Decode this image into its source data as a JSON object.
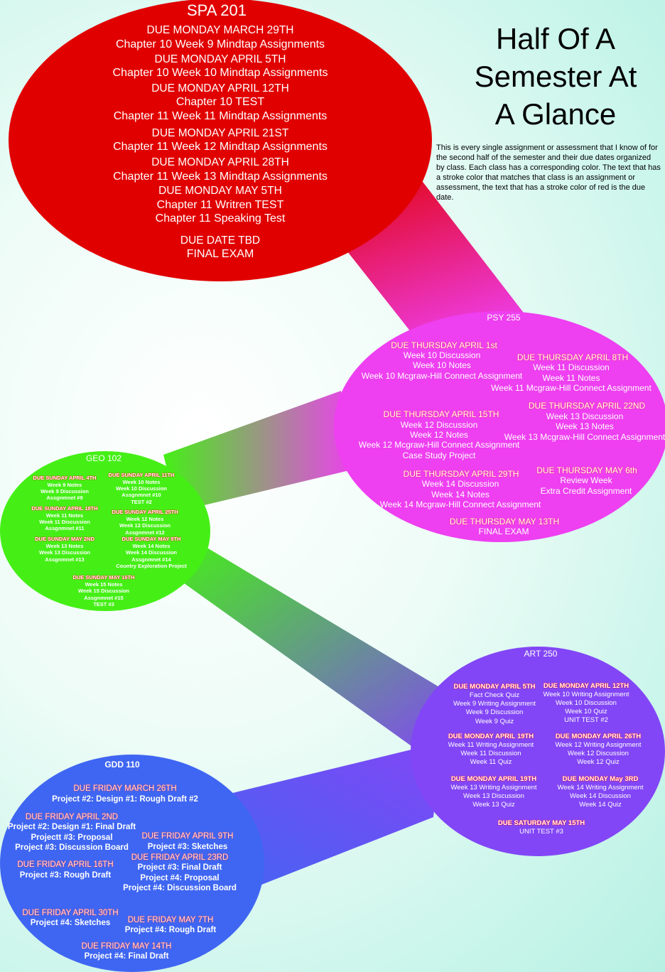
{
  "title_lines": [
    "Half Of A",
    "Semester At",
    "A Glance"
  ],
  "description": "This is every single assignment or assessment that I know of for the second half of the semester and their due dates organized by class. Each class has a corresponding color. The text that has a stroke color that matches that class is an assignment or assessment, the text that has a stroke color of red is the due date.",
  "colors": {
    "spa": "#e10000",
    "psy": "#ee3ff0",
    "geo": "#45ef16",
    "art": "#8246f6",
    "gdd": "#3f66f2",
    "due_stroke": "#ff0000"
  },
  "spa": {
    "course": "SPA 201",
    "lines": [
      "DUE MONDAY MARCH 29TH",
      "Chapter 10 Week 9 Mindtap Assignments",
      "DUE MONDAY APRIL 5TH",
      "Chapter 10 Week 10 Mindtap Assignments",
      "DUE MONDAY APRIL 12TH",
      "Chapter 10 TEST",
      "Chapter 11 Week 11 Mindtap Assignments",
      "DUE MONDAY APRIL 21ST",
      "Chapter 11 Week 12 Mindtap Assignments",
      "DUE MONDAY APRIL 28TH",
      "Chapter 11 Week 13 Mindtap Assignments",
      "DUE MONDAY MAY 5TH",
      "Chapter 11 Writren TEST",
      "Chapter 11 Speaking Test",
      "DUE DATE TBD",
      "FINAL EXAM"
    ]
  },
  "psy": {
    "course": "PSY 255",
    "blocks": [
      {
        "due": "DUE THURSDAY APRIL 1st",
        "items": [
          "Week 10 Discussion",
          "Week 10 Notes",
          "Week 10 Mcgraw-Hill Connect Assignment"
        ]
      },
      {
        "due": "DUE THURSDAY APRIL 8TH",
        "items": [
          "Week 11 Discussion",
          "Week 11 Notes",
          "Week 11 Mcgraw-Hill Connect Assignment"
        ]
      },
      {
        "due": "DUE THURSDAY APRIL 15TH",
        "items": [
          "Week 12 Discussion",
          "Week 12 Notes",
          "Week 12 Mcgraw-Hill Connect Assignment",
          "Case Study Project"
        ]
      },
      {
        "due": "DUE THURSDAY APRIL 22ND",
        "items": [
          "Week 13 Discussion",
          "Week 13 Notes",
          "Week 13 Mcgraw-Hill Connect Assignment"
        ]
      },
      {
        "due": "DUE THURSDAY APRIL 29TH",
        "items": [
          "Week 14 Discussion",
          "Week 14 Notes",
          "Week 14 Mcgraw-Hill Connect Assignment"
        ]
      },
      {
        "due": "DUE THURSDAY MAY 6th",
        "items": [
          "Review Week",
          "Extra Credit Assignment"
        ]
      },
      {
        "due": "DUE THURSDAY MAY 13TH",
        "items": [
          "FINAL EXAM"
        ]
      }
    ]
  },
  "geo": {
    "course": "GEO 102",
    "blocks": [
      {
        "due": "DUE SUNDAY APRIL 4TH",
        "items": [
          "Week 9 Notes",
          "Week 9 Discussion",
          "Assgnmnet #9"
        ]
      },
      {
        "due": "DUE SUNDAY APRIL 11TH",
        "items": [
          "Week 10 Notes",
          "Week 10 Discussion",
          "Assgnmnet #10",
          "TEST #2"
        ]
      },
      {
        "due": "DUE SUNDAY APRIL 18TH",
        "items": [
          "Week 11 Notes",
          "Week 11 Discussion",
          "Assgnmnet #11"
        ]
      },
      {
        "due": "DUE SUNDAY APRIL 25TH",
        "items": [
          "Week 12 Notes",
          "Week 12 Discussion",
          "Assgnmnet #12"
        ]
      },
      {
        "due": "DUE SUNDAY MAY 2ND",
        "items": [
          "Week 13 Notes",
          "Week 13 Discussion",
          "Assgnmnet #13"
        ]
      },
      {
        "due": "DUE SUNDAY MAY 9TH",
        "items": [
          "Week 14 Notes",
          "Week 14 Discussion",
          "Assgnmnet #14",
          "Country Exploration Project"
        ]
      },
      {
        "due": "DUE SUNDAY MAY 16TH",
        "items": [
          "Week 15 Notes",
          "Week 15 Discussion",
          "Assgnmnet #15",
          "TEST #3"
        ]
      }
    ]
  },
  "art": {
    "course": "ART 250",
    "blocks": [
      {
        "due": "DUE MONDAY APRIL 5TH",
        "items": [
          "Fact Check Quiz",
          "Week 9 Writing Assignment",
          "Week 9 Discussion",
          "Week 9 Quiz"
        ]
      },
      {
        "due": "DUE MONDAY APRIL 12TH",
        "items": [
          "Week 10 Writing Assignment",
          "Week 10 Discussion",
          "Week 10 Quiz",
          "UNIT TEST #2"
        ]
      },
      {
        "due": "DUE MONDAY APRIL 19TH",
        "items": [
          "Week 11 Writing Assignment",
          "Week 11 Discussion",
          "Week 11 Quiz"
        ]
      },
      {
        "due": "DUE MONDAY APRIL 26TH",
        "items": [
          "Week 12 Writing Assignment",
          "Week 12 Discussion",
          "Week 12 Quiz"
        ]
      },
      {
        "due": "DUE MONDAY APRIL 19TH",
        "items": [
          "Week 13 Writing Assignment",
          "Week 13 Discussion",
          "Week 13 Quiz"
        ]
      },
      {
        "due": "DUE MONDAY May 3RD",
        "items": [
          "Week 14 Writing Assignment",
          "Week 14 Discussion",
          "Week 14 Quiz"
        ]
      },
      {
        "due": "DUE SATURDAY MAY 15TH",
        "items": [
          "UNIT TEST #3"
        ]
      }
    ]
  },
  "gdd": {
    "course": "GDD 110",
    "blocks": [
      {
        "due": "DUE FRIDAY MARCH 26TH",
        "items": [
          "Project #2: Design #1: Rough Draft #2"
        ]
      },
      {
        "due": "DUE FRIDAY APRIL 2ND",
        "items": [
          "Project #2:  Design #1: Final Draft",
          "Projectt #3: Proposal",
          "Project  #3: Discussion Board"
        ]
      },
      {
        "due": "DUE FRIDAY APRIL 9TH",
        "items": [
          "Project #3: Sketches"
        ]
      },
      {
        "due": "DUE FRIDAY APRIL 16TH",
        "items": [
          "Project #3: Rough Draft"
        ]
      },
      {
        "due": "DUE FRIDAY APRIL 23RD",
        "items": [
          "Project #3: Final Draft",
          "Project #4: Proposal",
          "Project #4: Discussion Board"
        ]
      },
      {
        "due": "DUE FRIDAY APRIL 30TH",
        "items": [
          "Project #4: Sketches"
        ]
      },
      {
        "due": "DUE FRIDAY MAY 7TH",
        "items": [
          "Project #4: Rough Draft"
        ]
      },
      {
        "due": "DUE FRIDAY MAY 14TH",
        "items": [
          "Project #4:  Final Draft"
        ]
      }
    ]
  }
}
